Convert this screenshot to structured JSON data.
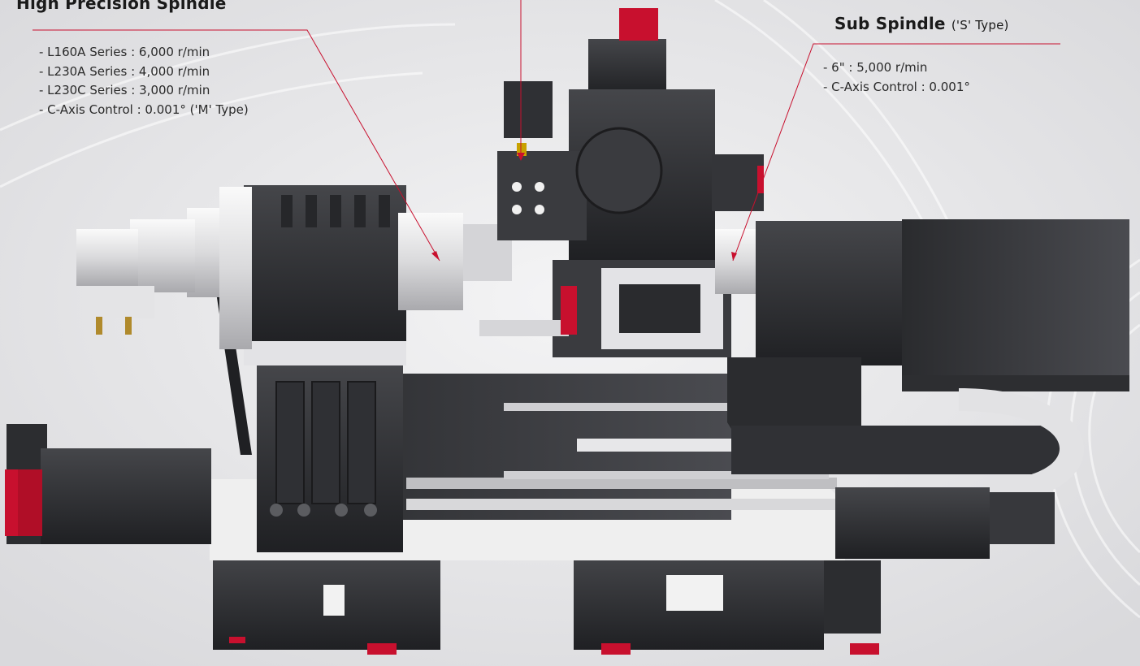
{
  "main_spindle": {
    "title": "High Precision Spindle",
    "specs": [
      "- L160A Series : 6,000 r/min",
      "- L230A Series : 4,000 r/min",
      "- L230C Series : 3,000 r/min",
      "- C-Axis Control : 0.001° ('M' Type)"
    ]
  },
  "sub_spindle": {
    "title": "Sub Spindle",
    "title_suffix": "('S' Type)",
    "specs": [
      "- 6\" : 5,000 r/min",
      "- C-Axis Control : 0.001°"
    ]
  },
  "colors": {
    "accent": "#c8102e",
    "machine_dark": "#2a2b2e",
    "machine_mid": "#3c3d41",
    "machine_light": "#e6e6e8",
    "background": "#e9e9eb"
  }
}
